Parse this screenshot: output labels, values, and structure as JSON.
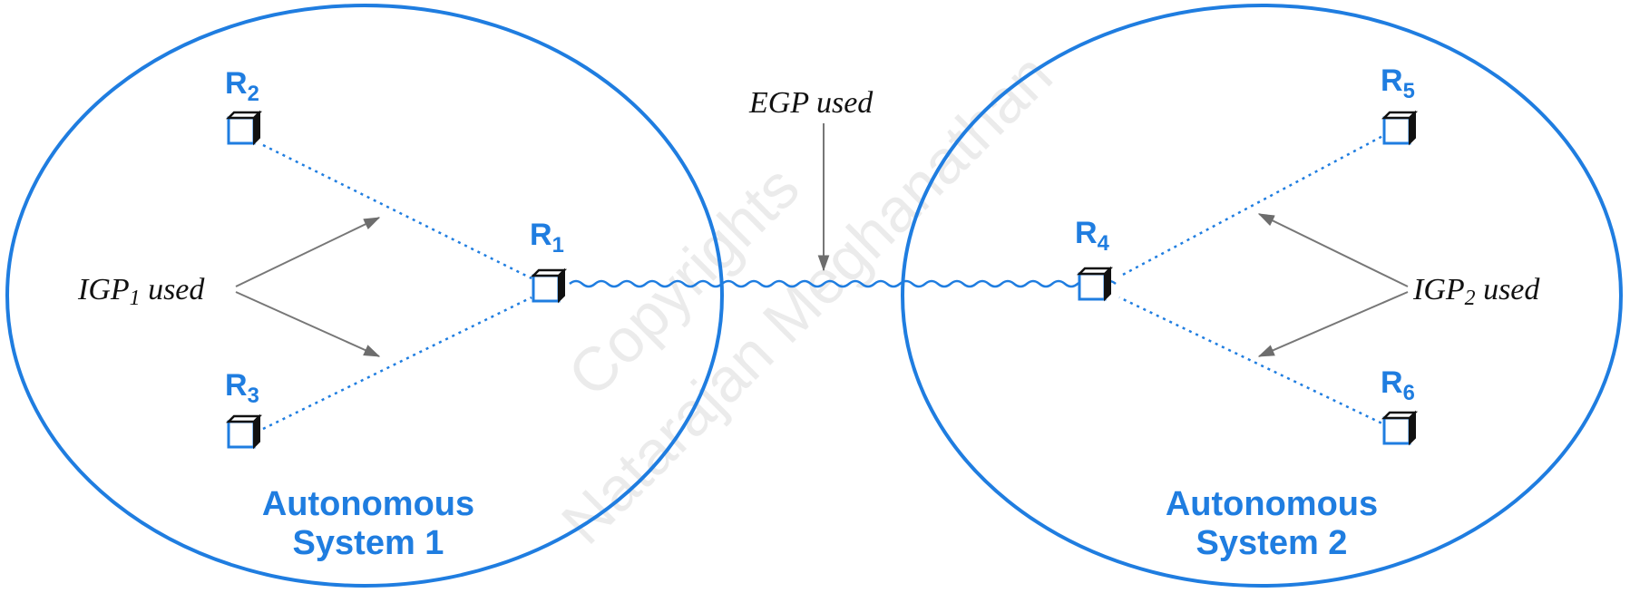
{
  "colors": {
    "accent": "#1f7de0",
    "dotted_link": "#1f7de0",
    "arrow": "#777777",
    "text": "#111111",
    "watermark": "#d0d0d0"
  },
  "routers": [
    {
      "id": "R1",
      "base": "R",
      "sub": "1",
      "icon": "router-icon"
    },
    {
      "id": "R2",
      "base": "R",
      "sub": "2",
      "icon": "router-icon"
    },
    {
      "id": "R3",
      "base": "R",
      "sub": "3",
      "icon": "router-icon"
    },
    {
      "id": "R4",
      "base": "R",
      "sub": "4",
      "icon": "router-icon"
    },
    {
      "id": "R5",
      "base": "R",
      "sub": "5",
      "icon": "router-icon"
    },
    {
      "id": "R6",
      "base": "R",
      "sub": "6",
      "icon": "router-icon"
    }
  ],
  "systems": [
    {
      "line1": "Autonomous",
      "line2": "System 1"
    },
    {
      "line1": "Autonomous",
      "line2": "System 2"
    }
  ],
  "protocols": {
    "egp": "EGP used",
    "igp1_base": "IGP",
    "igp1_sub": "1",
    "igp1_rest": " used",
    "igp2_base": "IGP",
    "igp2_sub": "2",
    "igp2_rest": " used"
  },
  "watermark": {
    "line1": "Copyrights",
    "line2": "Natarajan Meghanathan"
  }
}
